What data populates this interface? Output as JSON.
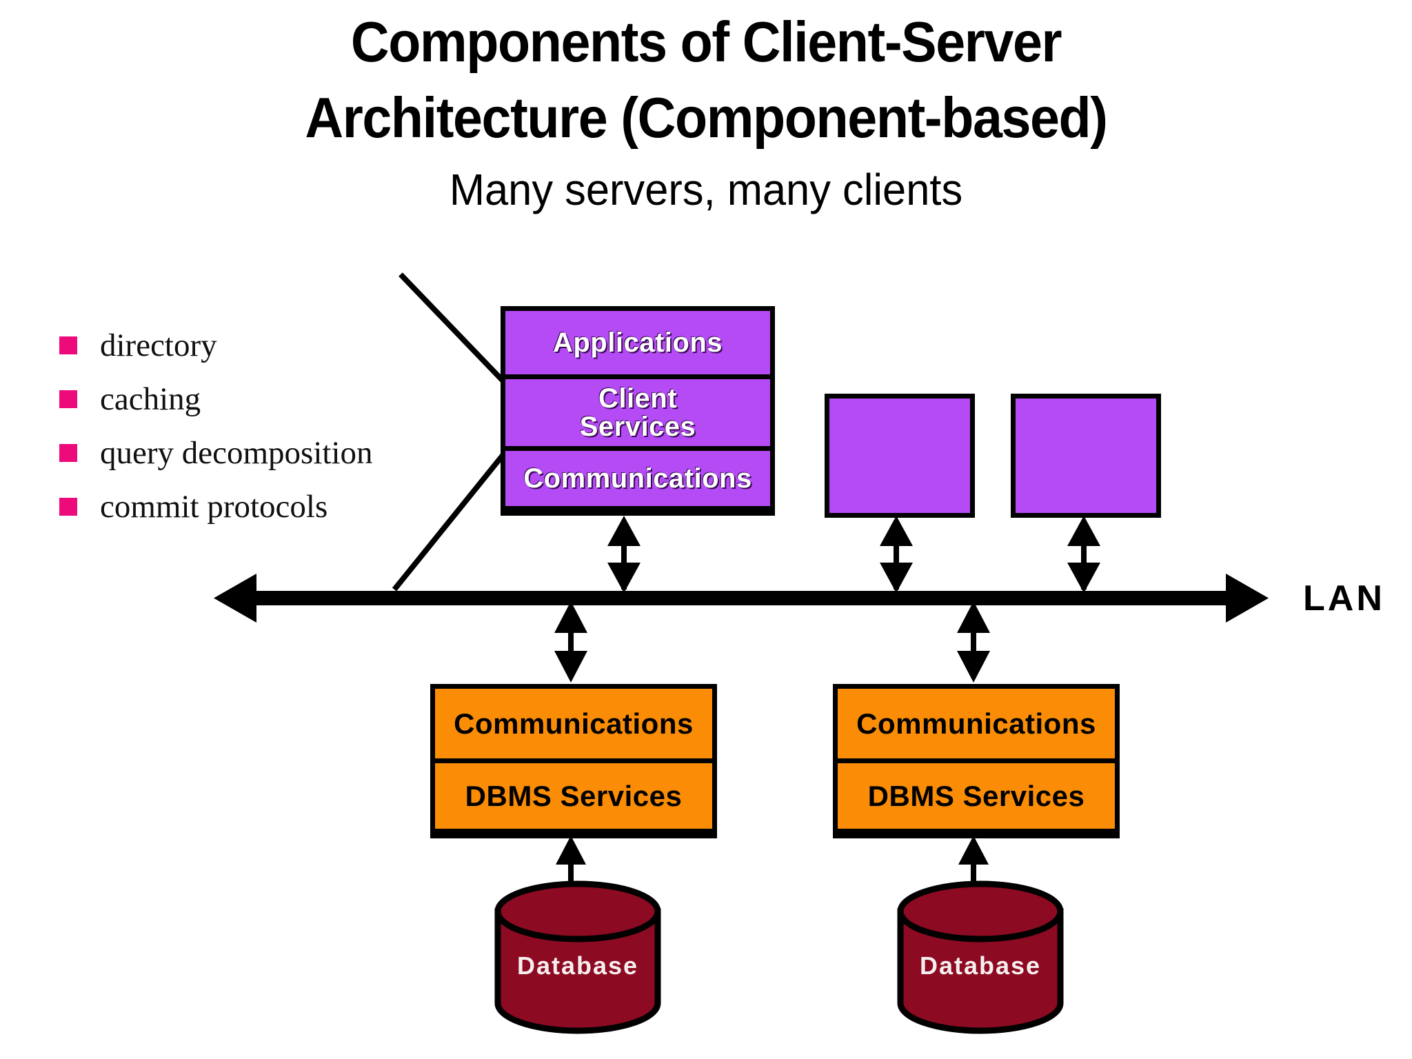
{
  "slide": {
    "title_line_1": "Components of Client-Server",
    "title_line_2": "Architecture (Component-based)",
    "subtitle": "Many servers, many clients"
  },
  "bullets": [
    {
      "label": "directory"
    },
    {
      "label": "caching"
    },
    {
      "label": "query decomposition"
    },
    {
      "label": "commit protocols"
    }
  ],
  "client_stack": {
    "layers": [
      {
        "label": "Applications"
      },
      {
        "label": "Client\nServices"
      },
      {
        "label": "Communications"
      }
    ]
  },
  "extra_clients": [
    {
      "label": ""
    },
    {
      "label": ""
    }
  ],
  "servers": [
    {
      "layers": [
        {
          "label": "Communications"
        },
        {
          "label": "DBMS Services"
        }
      ],
      "database": {
        "label": "Database"
      }
    },
    {
      "layers": [
        {
          "label": "Communications"
        },
        {
          "label": "DBMS Services"
        }
      ],
      "database": {
        "label": "Database"
      }
    }
  ],
  "network": {
    "label": "LAN"
  },
  "colors": {
    "client_fill": "#B44BF5",
    "server_fill": "#FB8C06",
    "database_fill": "#8C0A22",
    "bullet_marker": "#ED0A7B",
    "outline": "#000000",
    "client_text": "#FFFFFF",
    "server_text": "#000000",
    "database_text": "#F7EFEF"
  }
}
